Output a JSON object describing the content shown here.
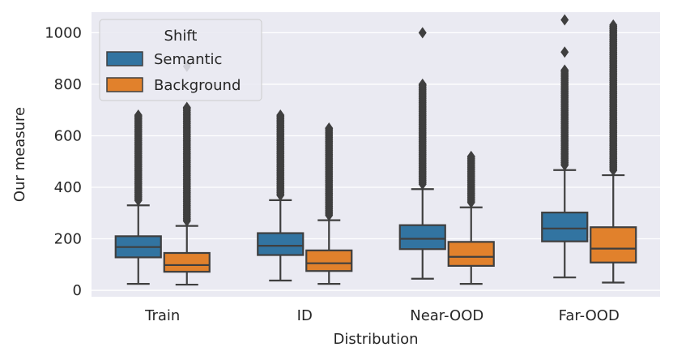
{
  "chart_data": {
    "type": "boxplot",
    "title": "",
    "xlabel": "Distribution",
    "ylabel": "Our measure",
    "categories": [
      "Train",
      "ID",
      "Near-OOD",
      "Far-OOD"
    ],
    "ylim": [
      -25,
      1080
    ],
    "yticks": [
      0,
      200,
      400,
      600,
      800,
      1000
    ],
    "grid": true,
    "legend": {
      "title": "Shift",
      "placement": "top-left"
    },
    "series": [
      {
        "name": "Semantic",
        "color": "#3274a1",
        "boxes": [
          {
            "whislo": 25,
            "q1": 128,
            "med": 168,
            "q3": 210,
            "whishi": 330,
            "outlier_max": 680
          },
          {
            "whislo": 38,
            "q1": 137,
            "med": 173,
            "q3": 222,
            "whishi": 350,
            "outlier_max": 680
          },
          {
            "whislo": 45,
            "q1": 160,
            "med": 200,
            "q3": 253,
            "whishi": 393,
            "outlier_max": 800,
            "extra_outliers": [
              1000
            ]
          },
          {
            "whislo": 50,
            "q1": 190,
            "med": 240,
            "q3": 302,
            "whishi": 467,
            "outlier_max": 855,
            "extra_outliers": [
              925,
              1050
            ]
          }
        ]
      },
      {
        "name": "Background",
        "color": "#e1812c",
        "boxes": [
          {
            "whislo": 22,
            "q1": 72,
            "med": 98,
            "q3": 145,
            "whishi": 250,
            "outlier_max": 710,
            "extra_outliers": [
              870
            ]
          },
          {
            "whislo": 25,
            "q1": 75,
            "med": 105,
            "q3": 155,
            "whishi": 272,
            "outlier_max": 630
          },
          {
            "whislo": 25,
            "q1": 95,
            "med": 130,
            "q3": 188,
            "whishi": 322,
            "outlier_max": 520
          },
          {
            "whislo": 30,
            "q1": 108,
            "med": 162,
            "q3": 245,
            "whishi": 447,
            "outlier_max": 1030
          }
        ]
      }
    ]
  }
}
